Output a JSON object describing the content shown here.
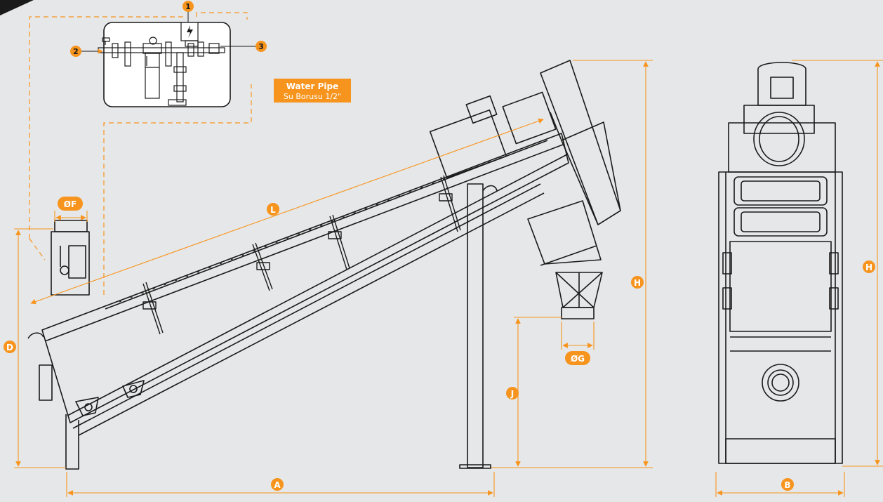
{
  "colors": {
    "background": "#e6e7e8",
    "accent": "#f7941d",
    "line": "#1a1a1a",
    "panel": "#ffffff"
  },
  "callouts": {
    "c1": "1",
    "c2": "2",
    "c3": "3"
  },
  "water_pipe": {
    "title": "Water Pipe",
    "subtitle": "Su Borusu 1/2\""
  },
  "dimensions": {
    "A": "A",
    "B": "B",
    "D": "D",
    "F": "ØF",
    "G": "ØG",
    "H_side": "H",
    "H_front": "H",
    "J": "J",
    "L": "L"
  }
}
